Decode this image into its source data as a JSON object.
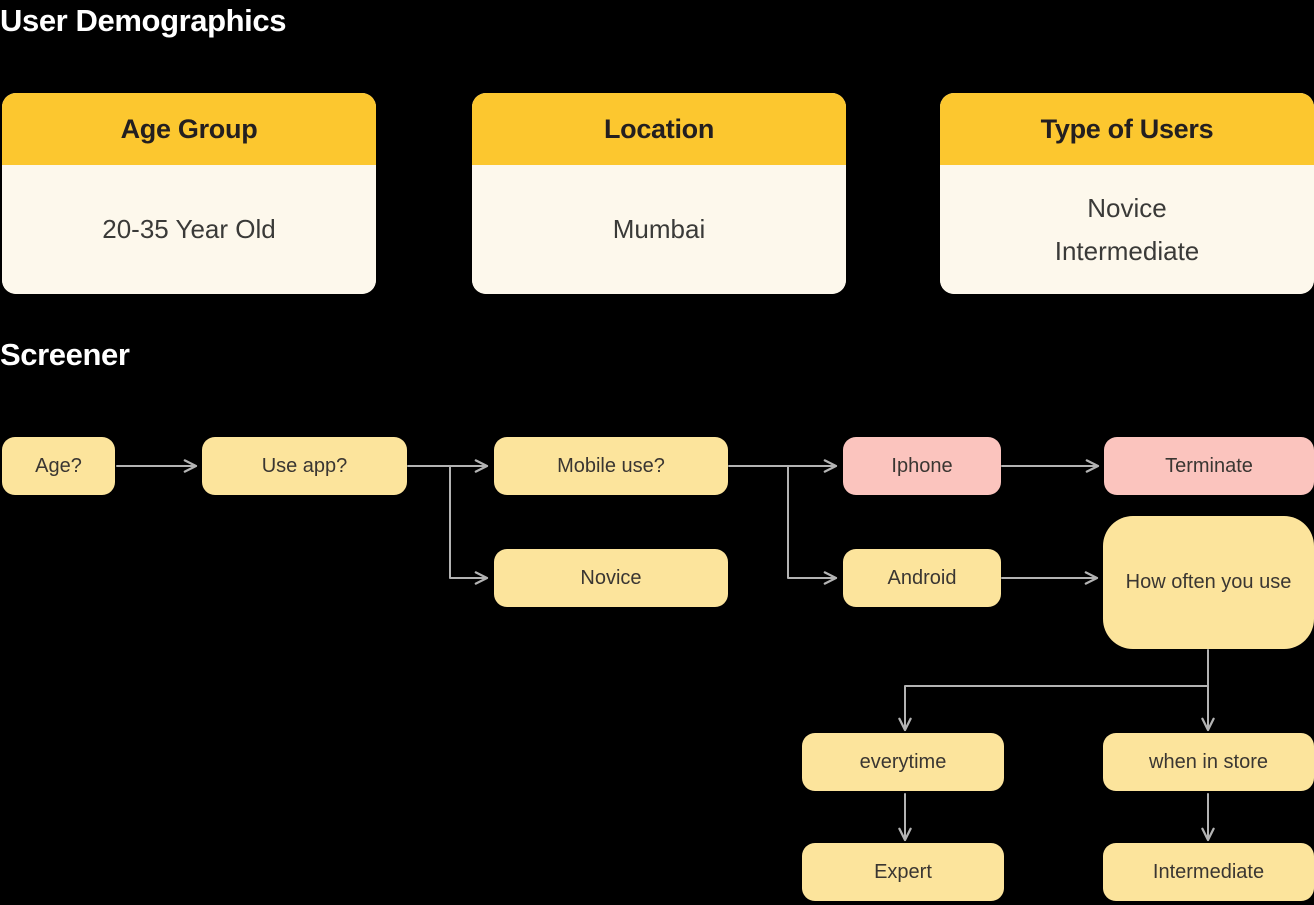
{
  "sections": {
    "demographics_title": "User Demographics",
    "screener_title": "Screener"
  },
  "demographics": {
    "cards": [
      {
        "header": "Age Group",
        "lines": [
          "20-35 Year Old"
        ]
      },
      {
        "header": "Location",
        "lines": [
          "Mumbai"
        ]
      },
      {
        "header": "Type of Users",
        "lines": [
          "Novice",
          "Intermediate"
        ]
      }
    ]
  },
  "screener": {
    "nodes": [
      {
        "id": "age",
        "label": "Age?",
        "color": "yellow"
      },
      {
        "id": "use-app",
        "label": "Use app?",
        "color": "yellow"
      },
      {
        "id": "mobile-use",
        "label": "Mobile use?",
        "color": "yellow"
      },
      {
        "id": "novice",
        "label": "Novice",
        "color": "yellow"
      },
      {
        "id": "iphone",
        "label": "Iphone",
        "color": "pink"
      },
      {
        "id": "terminate",
        "label": "Terminate",
        "color": "pink"
      },
      {
        "id": "android",
        "label": "Android",
        "color": "yellow"
      },
      {
        "id": "how-often",
        "label": "How often you use",
        "color": "yellow"
      },
      {
        "id": "everytime",
        "label": "everytime",
        "color": "yellow"
      },
      {
        "id": "when-in-store",
        "label": "when in store",
        "color": "yellow"
      },
      {
        "id": "expert",
        "label": "Expert",
        "color": "yellow"
      },
      {
        "id": "intermediate",
        "label": "Intermediate",
        "color": "yellow"
      }
    ]
  },
  "colors": {
    "background": "#000000",
    "card_header": "#fcc72f",
    "card_body": "#fdf8ec",
    "node_yellow": "#fce49c",
    "node_pink": "#fbc4be",
    "connector": "#b3b3b3",
    "title_text": "#ffffff",
    "node_text": "#3a3632"
  }
}
